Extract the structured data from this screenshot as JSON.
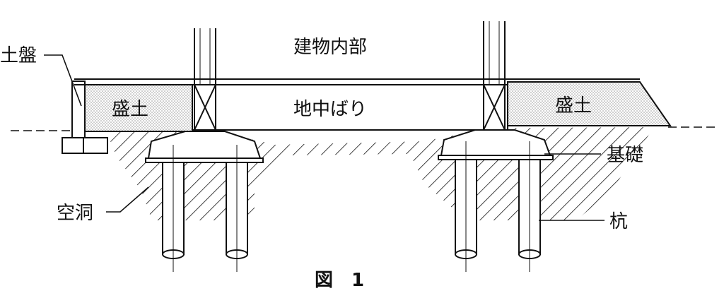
{
  "labels": {
    "building_interior": "建物内部",
    "ground_beam": "地中ばり",
    "fill_left": "盛土",
    "fill_right": "盛土",
    "soil_floor": "土盤",
    "foundation": "基礎",
    "void": "空洞",
    "pile": "杭"
  },
  "caption": "図　1",
  "colors": {
    "line": "#111111",
    "fill_dots": "#c8c8c8",
    "background": "#ffffff"
  }
}
